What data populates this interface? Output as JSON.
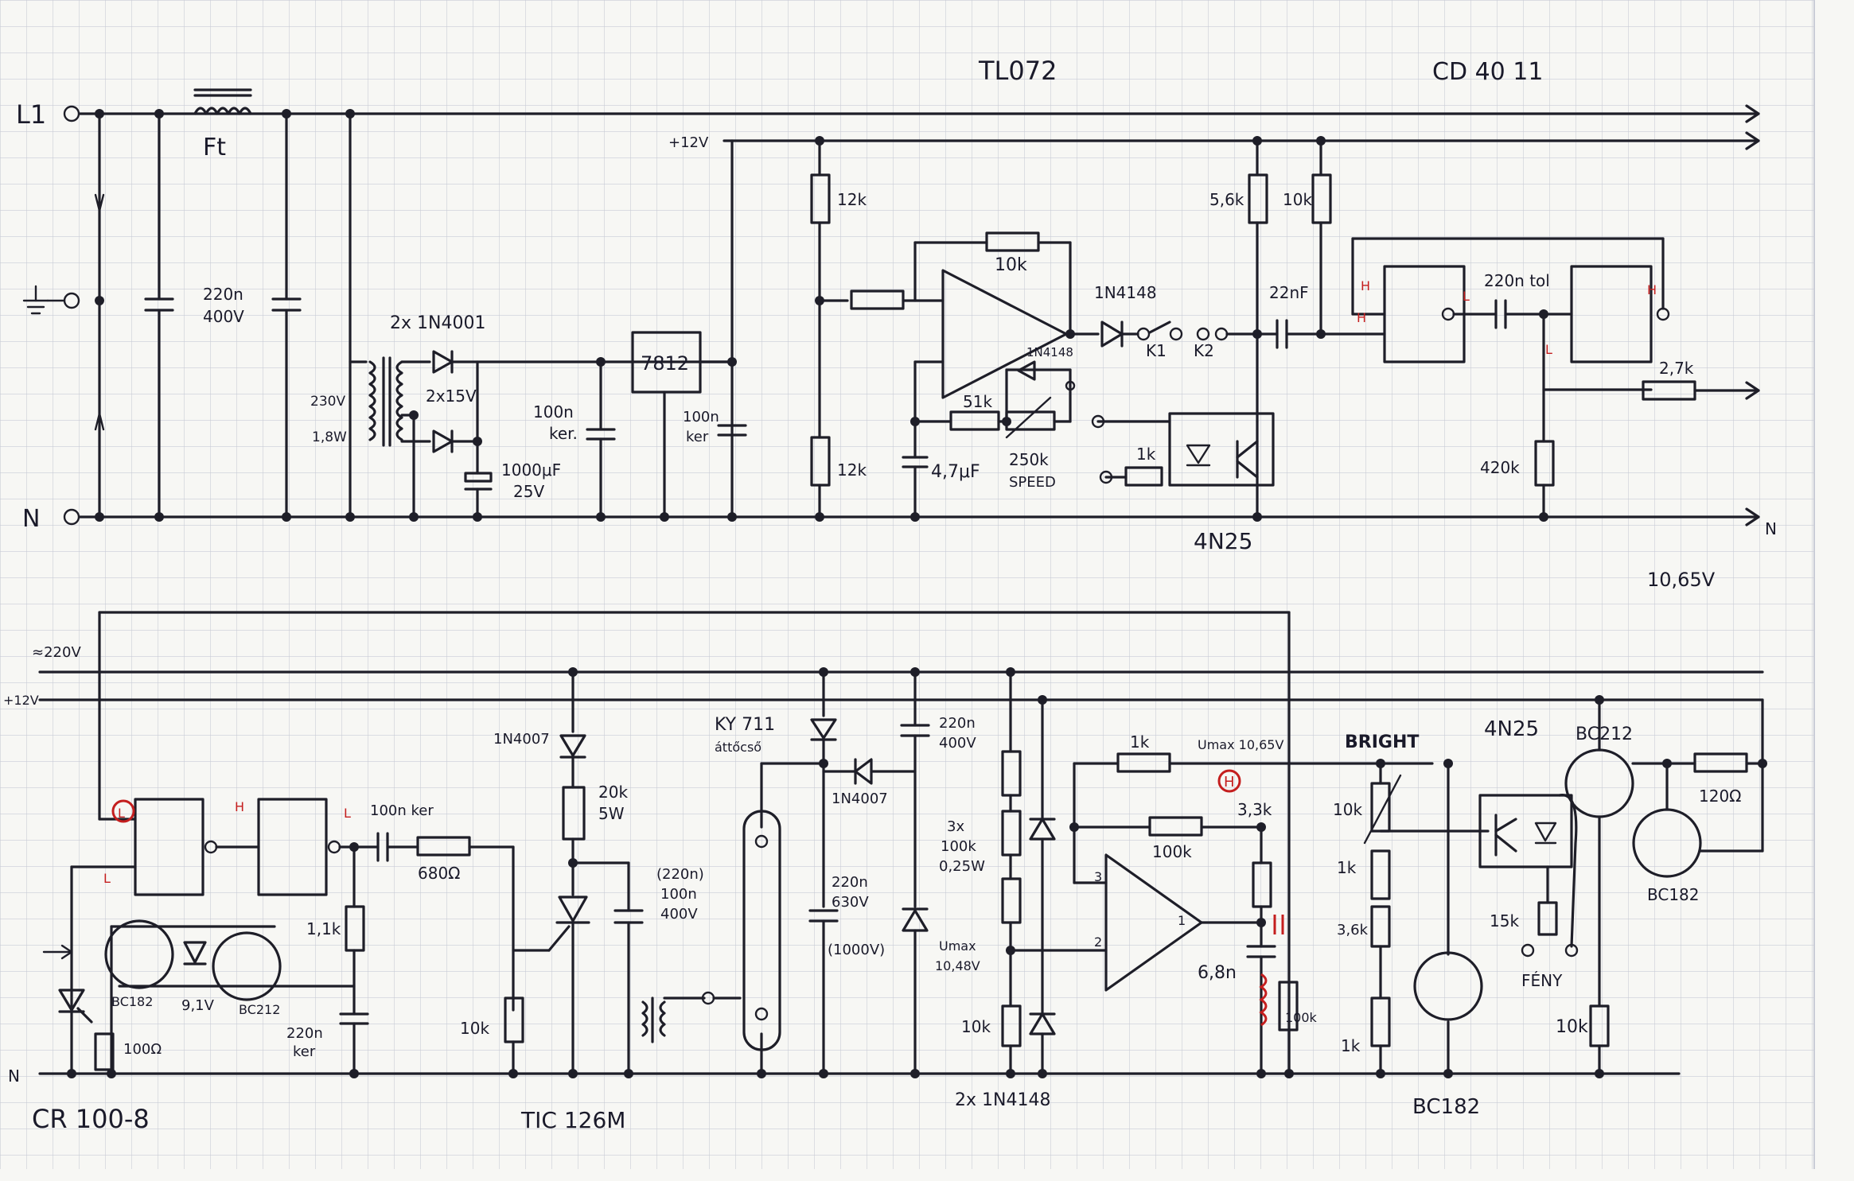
{
  "labels": {
    "tl072": "TL072",
    "cd4011": "CD 40 11",
    "l1": "L1",
    "n": "N",
    "ft": "Ft",
    "c_220n_400v_a": "220n",
    "c_220n_400v_b": "400V",
    "diodes_1n4001": "2x 1N4001",
    "secondary": "2x15V",
    "primary_a": "230V",
    "primary_b": "1,8W",
    "c_100n_ker_a": "100n",
    "c_100n_ker_b": "ker.",
    "c_1000u_a": "1000μF",
    "c_1000u_b": "25V",
    "reg_7812": "7812",
    "c_100n_ker2_a": "100n",
    "c_100n_ker2_b": "ker",
    "plus12v": "+12V",
    "r_12k_top": "12k",
    "r_12k_bot": "12k",
    "r_10k_fb": "10k",
    "r_51k": "51k",
    "c_47u": "4,7μF",
    "diode_1n4148_fb": "1N4148",
    "pot_250k": "250k",
    "speed": "SPEED",
    "diode_1n4148": "1N4148",
    "k1": "K1",
    "k2": "K2",
    "r_1k_opto": "1k",
    "opto_4n25_top": "4N25",
    "r_56k": "5,6k",
    "r_10k_top": "10k",
    "c_22nf": "22nF",
    "h1": "H",
    "h2": "H",
    "h3": "H",
    "l_logic1": "L",
    "l_logic2": "L",
    "c_220n_tol": "220n tol",
    "r_420k": "420k",
    "r_27k": "2,7k",
    "n_out": "N",
    "v_1065": "10,65V",
    "v_220": "≈220V",
    "v_12": "+12V",
    "n_bottom": "N",
    "logic_L": "L",
    "logic_H": "H",
    "logic_L2": "L",
    "logic_L3": "L",
    "c_100n_ker3": "100n ker",
    "r_680": "680Ω",
    "r_11k": "1,1k",
    "c_220n_ker_a": "220n",
    "c_220n_ker_b": "ker",
    "bc182_a": "BC182",
    "zener_91v": "9,1V",
    "bc212_a": "BC212",
    "r_100_a": "100Ω",
    "cr100": "CR 100-8",
    "diode_1n4007_a": "1N4007",
    "r_20k_a": "20k",
    "r_20k_b": "5W",
    "c_220n_mid_a": "(220n)",
    "c_220n_mid_b": "100n",
    "c_220n_mid_c": "400V",
    "r_10k_gate": "10k",
    "tic126m": "TIC 126M",
    "ky711_a": "KY 711",
    "ky711_b": "áttőcső",
    "diode_1n4007_b": "1N4007",
    "c_220n_400v_mid_a": "220n",
    "c_220n_400v_mid_b": "400V",
    "c_220n_630_a": "220n",
    "c_220n_630_b": "630V",
    "c_220n_630_c": "(1000V)",
    "umax_1048": "Umax",
    "umax_1048_b": "10,48V",
    "r_3x100k_a": "3x",
    "r_3x100k_b": "100k",
    "r_3x100k_c": "0,25W",
    "r_10k_div": "10k",
    "diodes_2x1n4148": "2x 1N4148",
    "r_1k_comp": "1k",
    "umax_1065": "Umax 10,65V",
    "h_red": "H",
    "r_100k_fb": "100k",
    "r_33k": "3,3k",
    "c_68n": "6,8n",
    "r_100k_bot": "100k",
    "pin3": "3",
    "pin2": "2",
    "pin1": "1",
    "bright": "BRIGHT",
    "r_10k_bright": "10k",
    "r_1k_bright": "1k",
    "r_36k": "3,6k",
    "r_1k_b2": "1k",
    "bc182_b": "BC182",
    "opto_4n25_bot": "4N25",
    "r_15k": "15k",
    "feny": "FÉNY",
    "bc212_b": "BC212",
    "r_120": "120Ω",
    "bc182_c": "BC182",
    "r_10k_last": "10k"
  },
  "colors": {
    "ink": "#1e1e28",
    "red_marks": "#c41e1e",
    "paper": "#f7f7f4",
    "grid": "#c9ccd6"
  }
}
